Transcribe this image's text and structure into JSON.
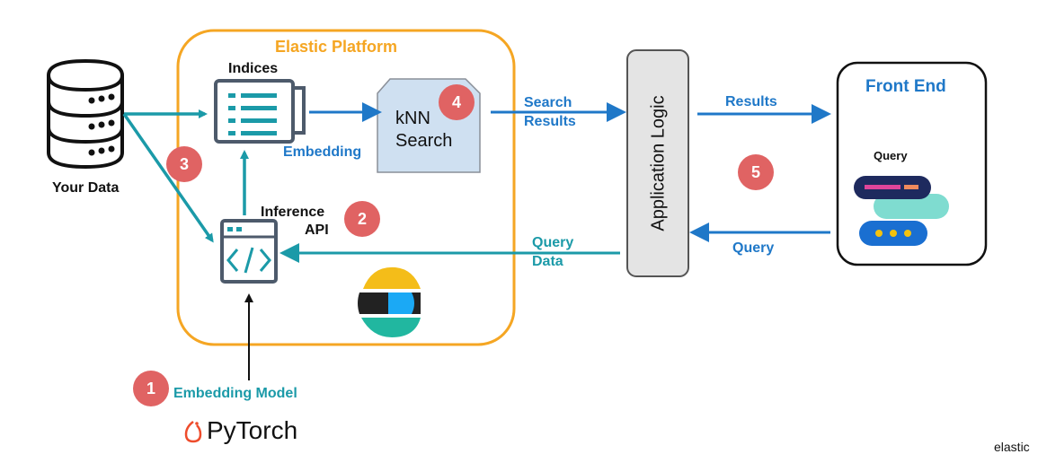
{
  "platform": {
    "title": "Elastic Platform"
  },
  "your_data": {
    "label": "Your Data"
  },
  "indices": {
    "label": "Indices"
  },
  "embedding": {
    "label": "Embedding"
  },
  "knn": {
    "line1": "kNN",
    "line2": "Search"
  },
  "inference": {
    "line1": "Inference",
    "line2": "API"
  },
  "search_results": {
    "line1": "Search",
    "line2": "Results"
  },
  "app_logic": {
    "label": "Application Logic"
  },
  "results": {
    "label": "Results"
  },
  "front_end": {
    "title": "Front End",
    "query_label": "Query"
  },
  "query_arrow": {
    "label": "Query"
  },
  "query_data": {
    "line1": "Query",
    "line2": "Data"
  },
  "embedding_model": {
    "label": "Embedding Model"
  },
  "pytorch": {
    "label": "PyTorch"
  },
  "corner_text": {
    "label": "elastic"
  },
  "steps": {
    "s1": "1",
    "s2": "2",
    "s3": "3",
    "s4": "4",
    "s5": "5"
  },
  "colors": {
    "teal": "#1b9aa8",
    "blue": "#1f78c8",
    "orange": "#f5a623",
    "badge": "#e06363"
  }
}
